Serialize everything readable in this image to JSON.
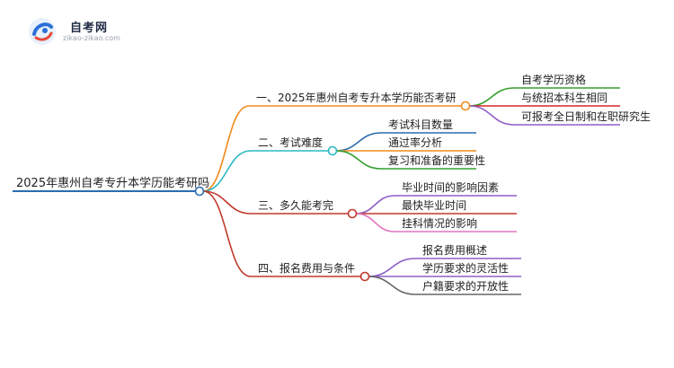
{
  "logo": {
    "name": "自考网",
    "url": "zikao-zikao.com",
    "brand_color": "#2a6fd6",
    "accent_color": "#e64a3b"
  },
  "root": {
    "label": "2025年惠州自考专升本学历能考研吗",
    "color": "#2b6cb0"
  },
  "branches": [
    {
      "label": "一、2025年惠州自考专升本学历能否考研",
      "color": "#f08a1c",
      "children": [
        {
          "label": "自考学历资格",
          "color": "#33a02c"
        },
        {
          "label": "与统招本科生相同",
          "color": "#d62728"
        },
        {
          "label": "可报考全日制和在职研究生",
          "color": "#8e5ec7"
        }
      ]
    },
    {
      "label": "二、考试难度",
      "color": "#2bb8c4",
      "children": [
        {
          "label": "考试科目数量",
          "color": "#2b6cb0"
        },
        {
          "label": "通过率分析",
          "color": "#f08a1c"
        },
        {
          "label": "复习和准备的重要性",
          "color": "#33a02c"
        }
      ]
    },
    {
      "label": "三、多久能考完",
      "color": "#c0392b",
      "children": [
        {
          "label": "毕业时间的影响因素",
          "color": "#8e5ec7"
        },
        {
          "label": "最快毕业时间",
          "color": "#c0392b"
        },
        {
          "label": "挂科情况的影响",
          "color": "#e377c2"
        }
      ]
    },
    {
      "label": "四、报名费用与条件",
      "color": "#c0392b",
      "children": [
        {
          "label": "报名费用概述",
          "color": "#8e5ec7"
        },
        {
          "label": "学历要求的灵活性",
          "color": "#8e5ec7"
        },
        {
          "label": "户籍要求的开放性",
          "color": "#666666"
        }
      ]
    }
  ]
}
